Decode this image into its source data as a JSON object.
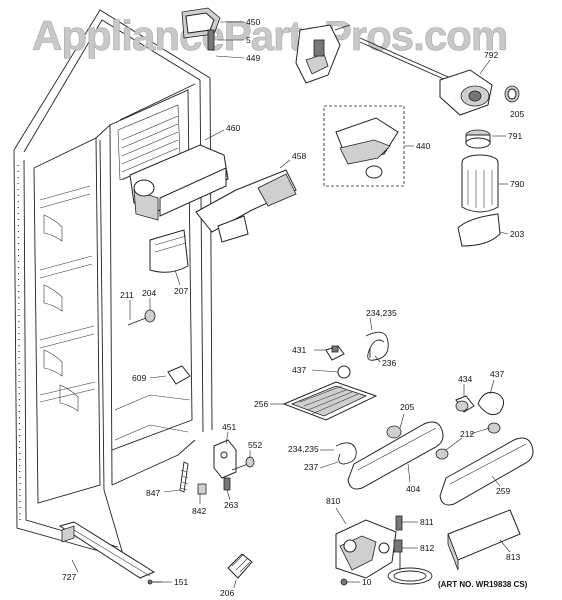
{
  "watermark": "AppliancePartsPros.com",
  "art_number": "(ART NO. WR19838 CS)",
  "callouts": [
    "450",
    "5",
    "449",
    "792",
    "205",
    "791",
    "790",
    "203",
    "440",
    "460",
    "458",
    "211",
    "204",
    "207",
    "609",
    "234,235",
    "236",
    "431",
    "437",
    "256",
    "205",
    "434",
    "437",
    "212",
    "451",
    "552",
    "234,235",
    "237",
    "404",
    "259",
    "847",
    "842",
    "263",
    "810",
    "811",
    "812",
    "813",
    "727",
    "151",
    "206",
    "10"
  ]
}
